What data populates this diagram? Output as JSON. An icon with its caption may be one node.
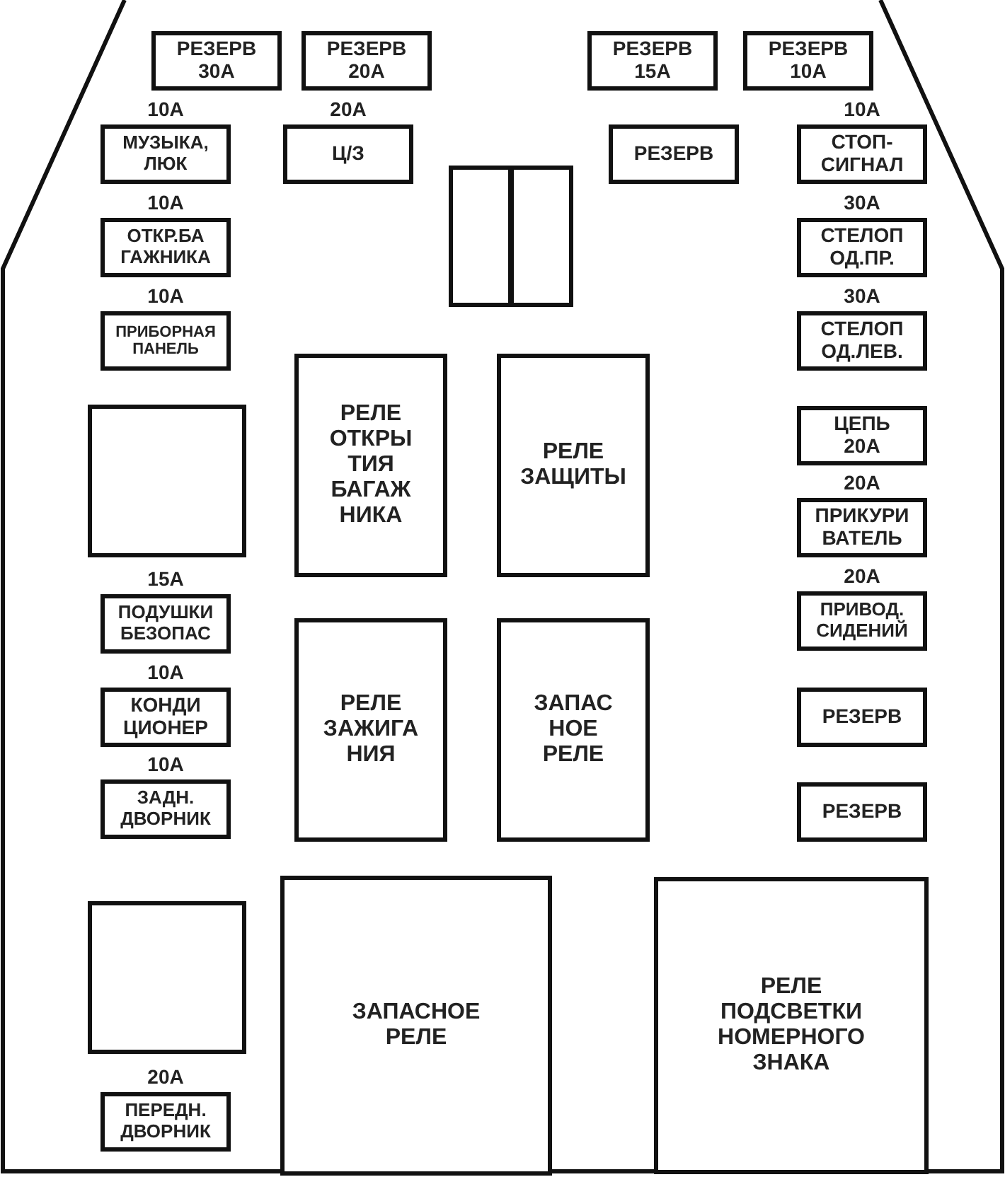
{
  "diagram": {
    "nodes": [
      {
        "text": [
          "РЕЗЕРВ 30А"
        ]
      },
      {
        "text": [
          "РЕЗЕРВ 20А"
        ]
      },
      {
        "text": [
          "РЕЗЕРВ 15А"
        ]
      },
      {
        "text": [
          "РЕЗЕРВ 10А"
        ]
      },
      {
        "text": [
          "МУЗЫКА, ЛЮК"
        ],
        "beside": [
          "10А"
        ]
      },
      {
        "text": [
          "Ц/З"
        ],
        "beside": [
          "20А"
        ]
      },
      {
        "text": [
          "РЕЗЕРВ"
        ]
      },
      {
        "text": [
          "СТОП- СИГНАЛ"
        ],
        "beside": [
          "10А"
        ]
      },
      {
        "text": [],
        "shape": "box"
      },
      {
        "text": [],
        "shape": "box"
      },
      {
        "text": [
          "ОТКР.БА ГАЖНИКА"
        ],
        "beside": [
          "10А"
        ]
      },
      {
        "text": [
          "СТЕЛОП ОД.ПР."
        ],
        "beside": [
          "30А"
        ]
      },
      {
        "text": [
          "ПРИБОРНАЯ ПАНЕЛЬ"
        ],
        "beside": [
          "10А"
        ]
      },
      {
        "text": [
          "СТЕЛОП ОД.ЛЕВ."
        ],
        "beside": [
          "30А"
        ]
      },
      {
        "text": [
          "РЕЛЕ ОТКРЫ ТИЯ БАГАЖ НИКА"
        ]
      },
      {
        "text": [
          "РЕЛЕ ЗАЩИТЫ"
        ]
      },
      {
        "text": [],
        "shape": "box"
      },
      {
        "text": [
          "ЦЕПЬ 20А"
        ]
      },
      {
        "text": [
          "ПРИКУРИ ВАТЕЛЬ"
        ],
        "beside": [
          "20А"
        ]
      },
      {
        "text": [
          "ПОДУШКИ БЕЗОПАС"
        ],
        "beside": [
          "15А"
        ]
      },
      {
        "text": [
          "ПРИВОД. СИДЕНИЙ"
        ],
        "beside": [
          "20А"
        ]
      },
      {
        "text": [
          "РЕЛЕ ЗАЖИГА НИЯ"
        ]
      },
      {
        "text": [
          "ЗАПАС НОЕ РЕЛЕ"
        ]
      },
      {
        "text": [
          "КОНДИ ЦИОНЕР"
        ],
        "beside": [
          "10А"
        ]
      },
      {
        "text": [
          "РЕЗЕРВ"
        ]
      },
      {
        "text": [
          "ЗАДН. ДВОРНИК"
        ],
        "beside": [
          "10А"
        ]
      },
      {
        "text": [
          "РЕЗЕРВ"
        ]
      },
      {
        "text": [],
        "shape": "box"
      },
      {
        "text": [
          "ЗАПАСНОЕ РЕЛЕ"
        ]
      },
      {
        "text": [
          "РЕЛЕ ПОДСВЕТКИ НОМЕРНОГО ЗНАКА"
        ]
      },
      {
        "text": [
          "ПЕРЕДН. ДВОРНИК"
        ],
        "beside": [
          "20А"
        ]
      }
    ]
  }
}
